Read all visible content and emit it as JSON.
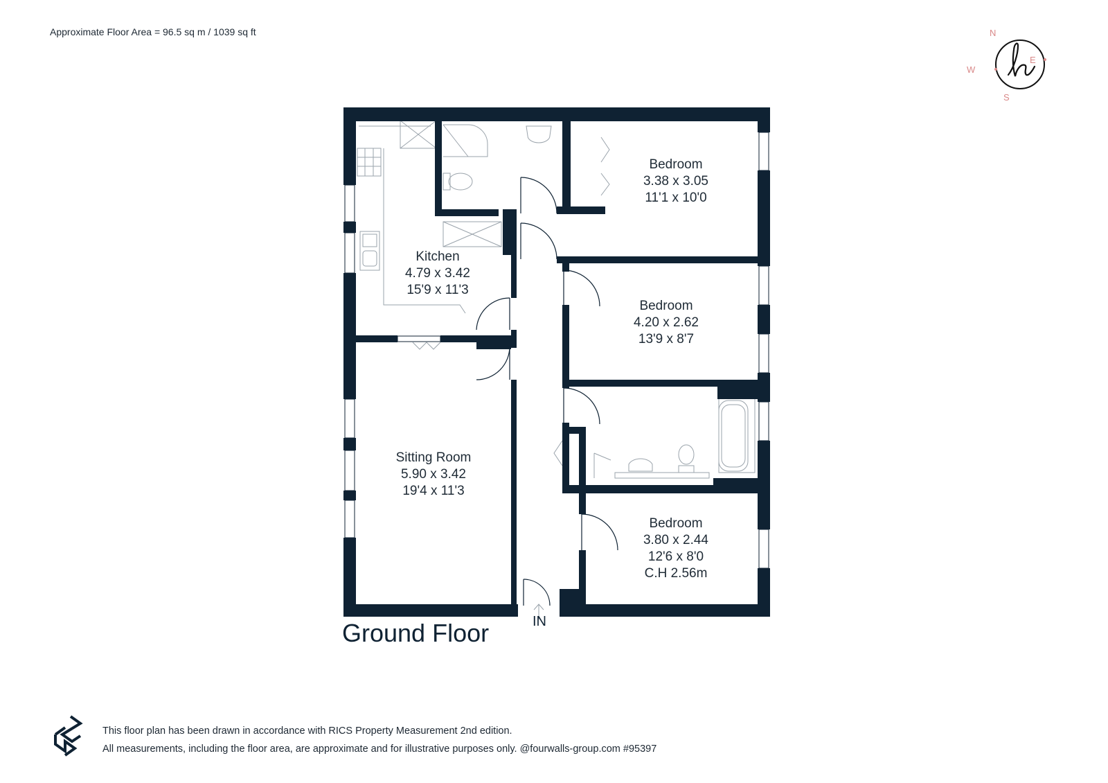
{
  "header": {
    "floor_area": "Approximate Floor Area = 96.5 sq m / 1039 sq ft"
  },
  "compass": {
    "north": "N",
    "east": "E",
    "south": "S",
    "west": "W",
    "accent_color": "#d98989"
  },
  "plan": {
    "wall_color": "#0f2233",
    "floor_title": "Ground Floor",
    "entrance_label": "IN",
    "rooms": [
      {
        "name": "Bedroom",
        "metric": "3.38 x 3.05",
        "imperial": "11'1 x 10'0"
      },
      {
        "name": "Kitchen",
        "metric": "4.79 x 3.42",
        "imperial": "15'9 x 11'3"
      },
      {
        "name": "Bedroom",
        "metric": "4.20 x 2.62",
        "imperial": "13'9 x 8'7"
      },
      {
        "name": "Sitting Room",
        "metric": "5.90 x 3.42",
        "imperial": "19'4 x 11'3"
      },
      {
        "name": "Bedroom",
        "metric": "3.80 x 2.44",
        "imperial": "12'6 x 8'0",
        "ceiling_height": "C.H 2.56m"
      }
    ]
  },
  "footer": {
    "line1": "This floor plan has been drawn in accordance with RICS Property Measurement 2nd edition.",
    "line2": "All measurements, including the floor area, are approximate and for illustrative purposes only. @fourwalls-group.com #95397"
  }
}
